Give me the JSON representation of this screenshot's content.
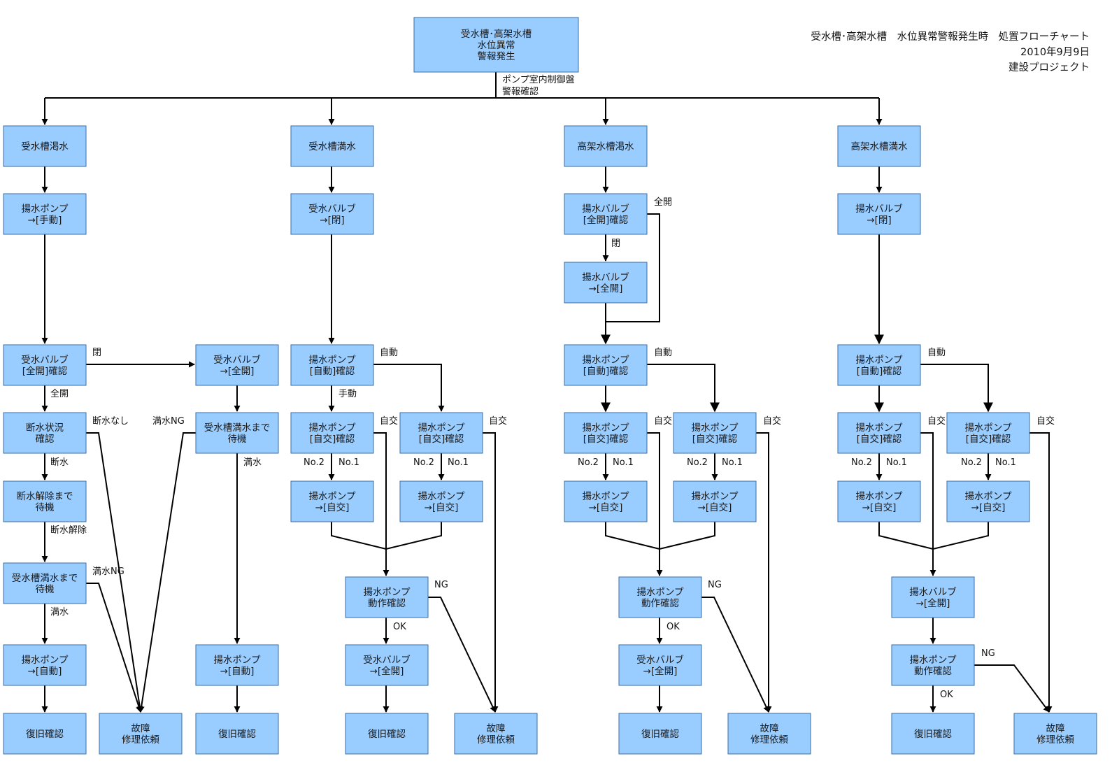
{
  "header": {
    "title": "受水槽･高架水槽　水位異常警報発生時　処置フローチャート",
    "date": "2010年9月9日",
    "org": "建設プロジェクト"
  },
  "boxes": {
    "root": [
      "受水槽･高架水槽",
      "水位異常",
      "警報発生"
    ],
    "c1_head": [
      "受水槽渇水"
    ],
    "c1_pump_manual": [
      "揚水ポンプ",
      "→[手動]"
    ],
    "c1_valve_check": [
      "受水バルブ",
      "[全開]確認"
    ],
    "c1_valve_open": [
      "受水バルブ",
      "→[全開]"
    ],
    "c1_outage_check": [
      "断水状況",
      "確認"
    ],
    "c1_wait_full_b": [
      "受水槽満水まで",
      "待機"
    ],
    "c1_wait_outage": [
      "断水解除まで",
      "待機"
    ],
    "c1_wait_full": [
      "受水槽満水まで",
      "待機"
    ],
    "c1_pump_auto": [
      "揚水ポンプ",
      "→[自動]"
    ],
    "c1_pump_auto_b": [
      "揚水ポンプ",
      "→[自動]"
    ],
    "c1_recover": [
      "復旧確認"
    ],
    "c1_repair": [
      "故障",
      "修理依頼"
    ],
    "c1_recover_b": [
      "復旧確認"
    ],
    "c2_head": [
      "受水槽満水"
    ],
    "c2_valve_close": [
      "受水バルブ",
      "→[閉]"
    ],
    "c2_pump_auto_check": [
      "揚水ポンプ",
      "[自動]確認"
    ],
    "c2_alt_check_l": [
      "揚水ポンプ",
      "[自交]確認"
    ],
    "c2_alt_check_r": [
      "揚水ポンプ",
      "[自交]確認"
    ],
    "c2_alt_set_l": [
      "揚水ポンプ",
      "→[自交]"
    ],
    "c2_alt_set_r": [
      "揚水ポンプ",
      "→[自交]"
    ],
    "c2_pump_op": [
      "揚水ポンプ",
      "動作確認"
    ],
    "c2_valve_open": [
      "受水バルブ",
      "→[全開]"
    ],
    "c2_recover": [
      "復旧確認"
    ],
    "c2_repair": [
      "故障",
      "修理依頼"
    ],
    "c3_head": [
      "高架水槽渇水"
    ],
    "c3_valve_check": [
      "揚水バルブ",
      "[全開]確認"
    ],
    "c3_valve_open": [
      "揚水バルブ",
      "→[全開]"
    ],
    "c3_pump_auto_check": [
      "揚水ポンプ",
      "[自動]確認"
    ],
    "c3_alt_check_l": [
      "揚水ポンプ",
      "[自交]確認"
    ],
    "c3_alt_check_r": [
      "揚水ポンプ",
      "[自交]確認"
    ],
    "c3_alt_set_l": [
      "揚水ポンプ",
      "→[自交]"
    ],
    "c3_alt_set_r": [
      "揚水ポンプ",
      "→[自交]"
    ],
    "c3_pump_op": [
      "揚水ポンプ",
      "動作確認"
    ],
    "c3_valve_open2": [
      "受水バルブ",
      "→[全開]"
    ],
    "c3_recover": [
      "復旧確認"
    ],
    "c3_repair": [
      "故障",
      "修理依頼"
    ],
    "c4_head": [
      "高架水槽満水"
    ],
    "c4_valve_close": [
      "揚水バルブ",
      "→[閉]"
    ],
    "c4_pump_auto_check": [
      "揚水ポンプ",
      "[自動]確認"
    ],
    "c4_alt_check_l": [
      "揚水ポンプ",
      "[自交]確認"
    ],
    "c4_alt_check_r": [
      "揚水ポンプ",
      "[自交]確認"
    ],
    "c4_alt_set_l": [
      "揚水ポンプ",
      "→[自交]"
    ],
    "c4_alt_set_r": [
      "揚水ポンプ",
      "→[自交]"
    ],
    "c4_valve_open": [
      "揚水バルブ",
      "→[全開]"
    ],
    "c4_pump_op": [
      "揚水ポンプ",
      "動作確認"
    ],
    "c4_recover": [
      "復旧確認"
    ],
    "c4_repair": [
      "故障",
      "修理依頼"
    ]
  },
  "labels": {
    "root_note": [
      "ポンプ室内制御盤",
      "警報確認"
    ],
    "c1_closed": "閉",
    "c1_full_open": "全開",
    "c1_no_outage": "断水なし",
    "c1_full_ng_top": "満水NG",
    "c1_outage": "断水",
    "c1_full_b": "満水",
    "c1_outage_cleared": "断水解除",
    "c1_full_ng": "満水NG",
    "c1_full": "満水",
    "c2_auto": "自動",
    "c2_manual": "手動",
    "c2_alt_l": "自交",
    "c2_alt_r": "自交",
    "c2_no2_l": "No.2",
    "c2_no1_l": "No.1",
    "c2_no2_r": "No.2",
    "c2_no1_r": "No.1",
    "c2_ng": "NG",
    "c2_ok": "OK",
    "c3_full_open": "全開",
    "c3_closed": "閉",
    "c3_auto": "自動",
    "c3_alt_l": "自交",
    "c3_alt_r": "自交",
    "c3_no2_l": "No.2",
    "c3_no1_l": "No.1",
    "c3_no2_r": "No.2",
    "c3_no1_r": "No.1",
    "c3_ng": "NG",
    "c3_ok": "OK",
    "c4_auto": "自動",
    "c4_alt_l": "自交",
    "c4_alt_r": "自交",
    "c4_no2_l": "No.2",
    "c4_no1_l": "No.1",
    "c4_no2_r": "No.2",
    "c4_no1_r": "No.1",
    "c4_ng": "NG",
    "c4_ok": "OK"
  },
  "colors": {
    "box_fill": "#99ccff",
    "box_stroke": "#3a6ea5",
    "line": "#000000"
  }
}
